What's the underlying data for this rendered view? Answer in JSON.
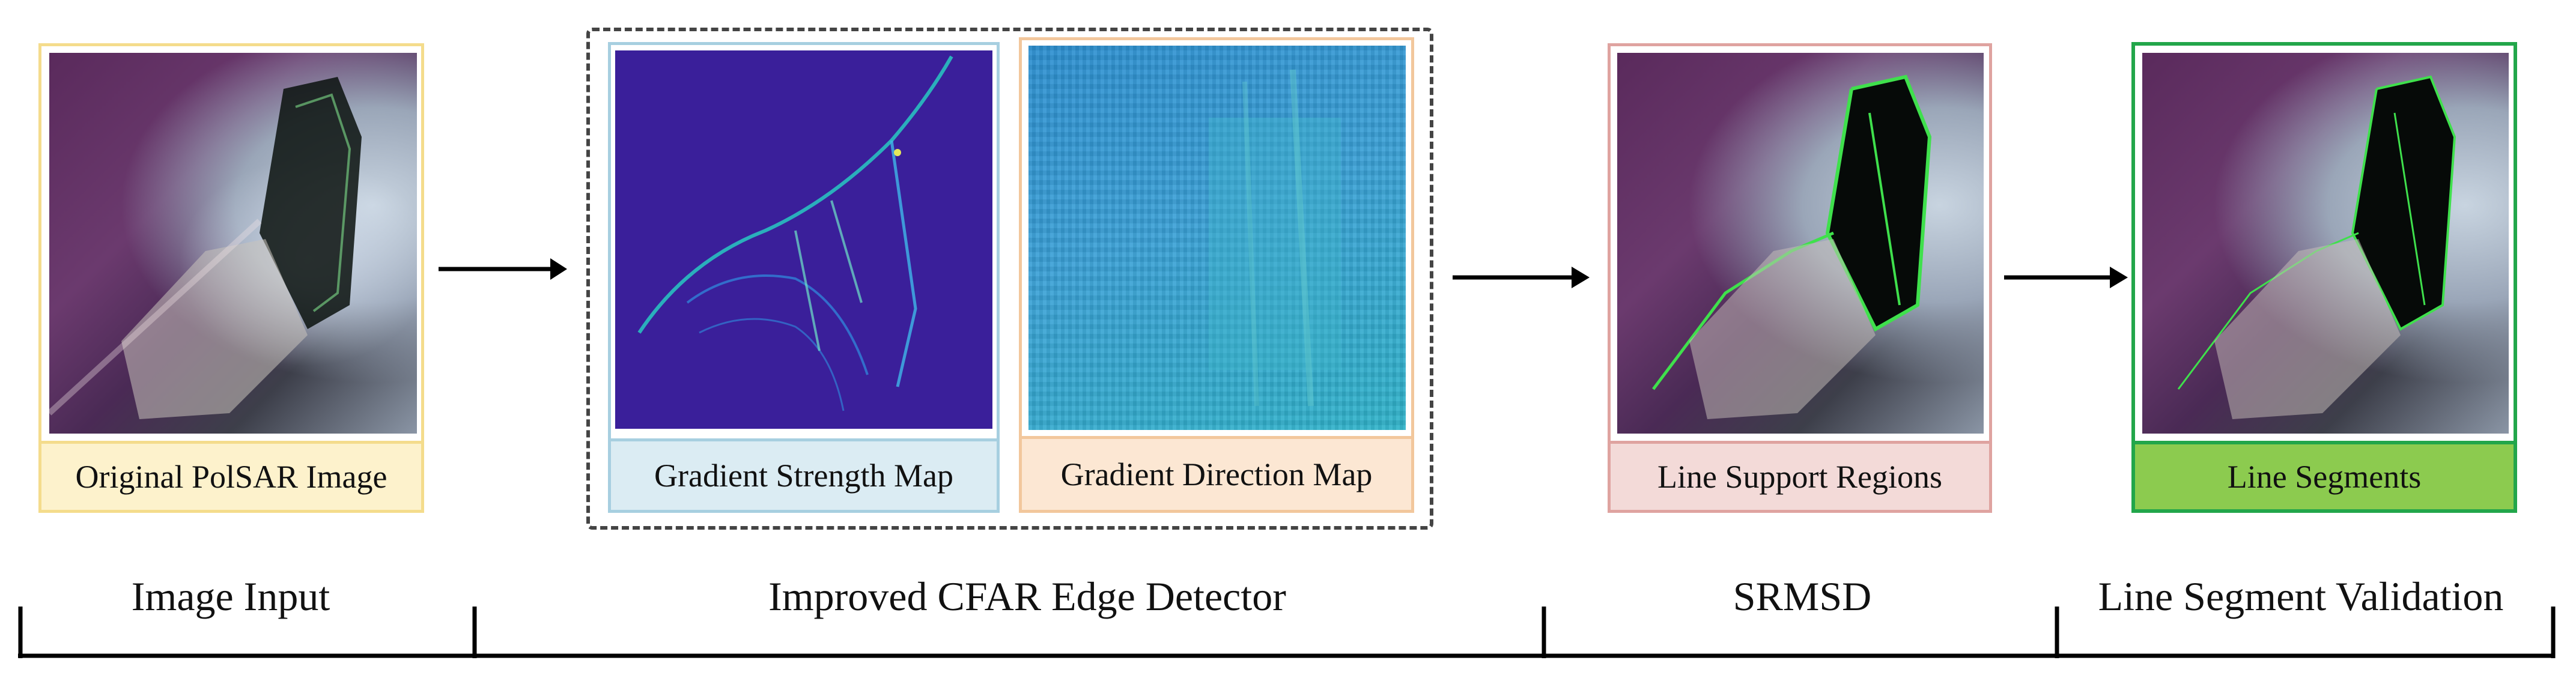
{
  "panels": {
    "original": {
      "caption": "Original PolSAR Image",
      "border": "#f4dc8c",
      "fill": "#fdf2cc"
    },
    "strength": {
      "caption": "Gradient Strength Map",
      "border": "#a7cfe0",
      "fill": "#dbecf3"
    },
    "direction": {
      "caption": "Gradient Direction Map",
      "border": "#f2c79c",
      "fill": "#fce7d3"
    },
    "regions": {
      "caption": "Line Support Regions",
      "border": "#dfa3a0",
      "fill": "#f3dad8"
    },
    "segments": {
      "caption": "Line Segments",
      "border": "#22a64a",
      "fill": "#8ccb4f"
    }
  },
  "stages": [
    {
      "label": "Image Input"
    },
    {
      "label": "Improved CFAR Edge Detector"
    },
    {
      "label": "SRMSD"
    },
    {
      "label": "Line Segment Validation"
    }
  ]
}
